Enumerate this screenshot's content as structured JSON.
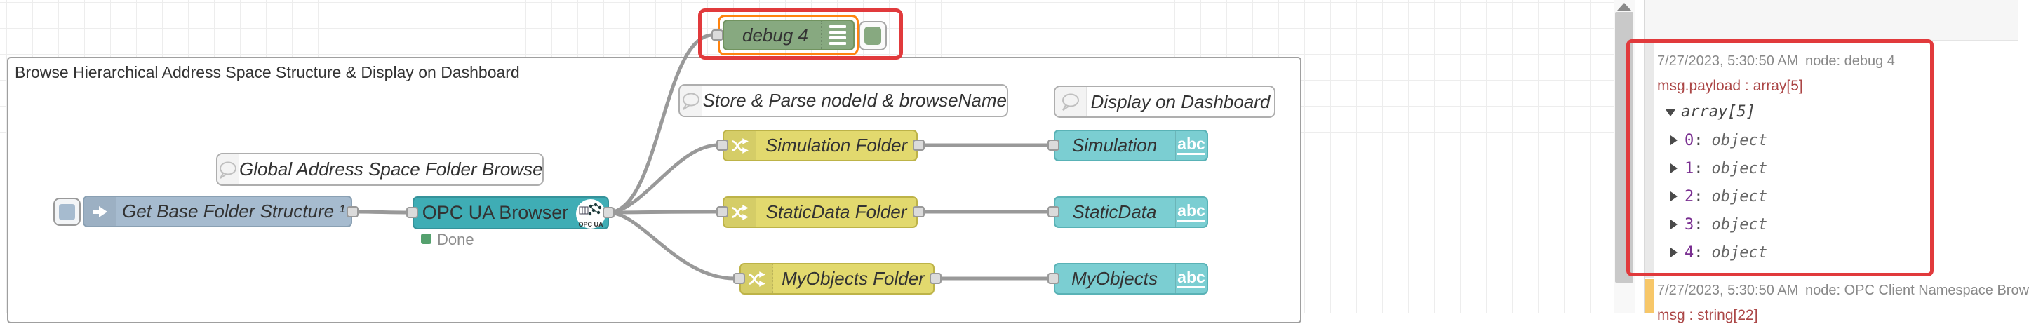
{
  "canvas": {
    "group_title": "Browse Hierarchical Address Space Structure & Display on Dashboard",
    "inject_label": "Get Base Folder Structure ¹",
    "browser_label": "OPC UA Browser",
    "browser_icon_text": "OPC UA",
    "browser_status": "Done",
    "debug_label": "debug 4",
    "comments": [
      "Global Address Space Folder Browse",
      "Store & Parse nodeId & browseName",
      "Display on Dashboard"
    ],
    "switches": [
      "Simulation Folder",
      "StaticData Folder",
      "MyObjects Folder"
    ],
    "texts": [
      "Simulation",
      "StaticData",
      "MyObjects"
    ],
    "abc_label": "abc"
  },
  "sidebar": {
    "punct_colon": ":",
    "messages": [
      {
        "timestamp": "7/27/2023, 5:30:50 AM",
        "node": "node: debug 4",
        "property": "msg.payload : array[5]",
        "tree_root": "array[5]",
        "items": [
          {
            "key": "0",
            "type": "object"
          },
          {
            "key": "1",
            "type": "object"
          },
          {
            "key": "2",
            "type": "object"
          },
          {
            "key": "3",
            "type": "object"
          },
          {
            "key": "4",
            "type": "object"
          }
        ]
      },
      {
        "timestamp": "7/27/2023, 5:30:50 AM",
        "node": "node: OPC Client Namespace Brow",
        "property": "msg : string[22]"
      }
    ]
  },
  "colors": {
    "annotation_red": "#e13a3c",
    "selection_orange": "#ff830f",
    "inject_node": "#a6bbcf",
    "browser_node": "#3fadb5",
    "switch_node": "#e2d96e",
    "text_node": "#7bced2",
    "debug_node": "#87a980",
    "status_green": "#55a16e",
    "wire_gray": "#999999",
    "debug_key_purple": "#792e90",
    "debug_property_red": "#ab4646",
    "debug_highlight_amber": "#f7c769"
  }
}
